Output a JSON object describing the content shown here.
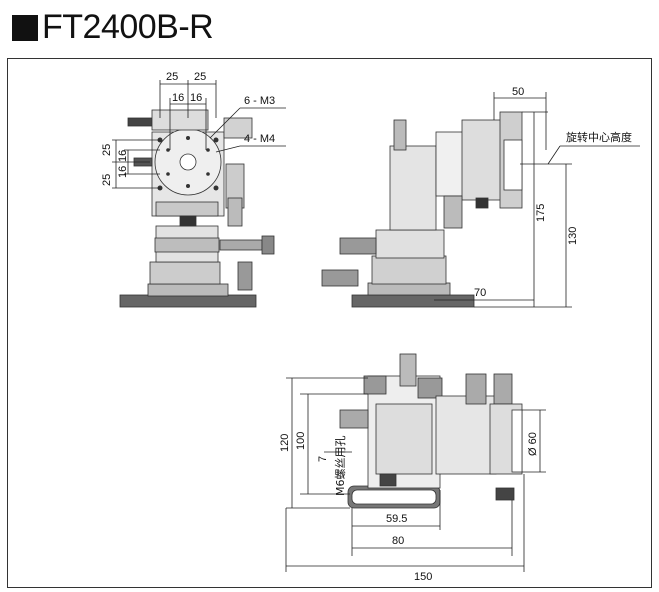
{
  "title": "FT2400B-R",
  "top_view": {
    "dim_25_left": "25",
    "dim_25_right": "25",
    "dim_16_left": "16",
    "dim_16_right": "16",
    "dim_25_v_top": "25",
    "dim_25_v_bottom": "25",
    "dim_16_v_top": "16",
    "dim_16_v_bottom": "16",
    "label_m3": "6 - M3",
    "label_m4": "4 - M4"
  },
  "side_view": {
    "dim_50": "50",
    "dim_175": "175",
    "dim_130": "130",
    "dim_70": "70",
    "rotation_center_label": "旋转中心高度"
  },
  "bottom_view": {
    "dim_120": "120",
    "dim_100": "100",
    "dim_7": "7",
    "m6_label": "M6螺丝用孔",
    "dim_59_5": "59.5",
    "dim_80": "80",
    "dim_150": "150",
    "dim_60": "Ø 60"
  }
}
